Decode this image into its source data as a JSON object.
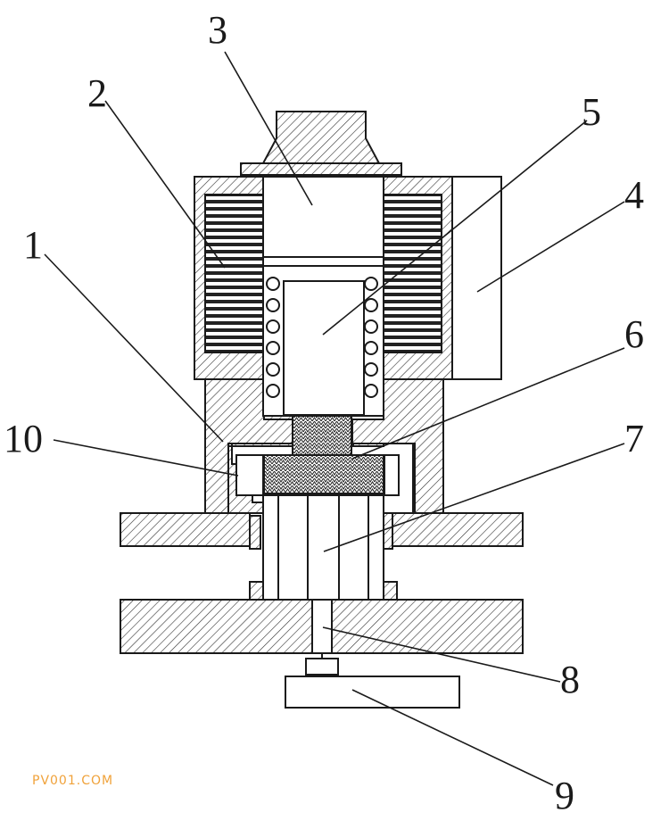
{
  "callouts": [
    {
      "id": "1",
      "text": "1"
    },
    {
      "id": "2",
      "text": "2"
    },
    {
      "id": "3",
      "text": "3"
    },
    {
      "id": "4",
      "text": "4"
    },
    {
      "id": "5",
      "text": "5"
    },
    {
      "id": "6",
      "text": "6"
    },
    {
      "id": "7",
      "text": "7"
    },
    {
      "id": "8",
      "text": "8"
    },
    {
      "id": "9",
      "text": "9"
    },
    {
      "id": "10",
      "text": "10"
    }
  ],
  "watermark": "PV001.COM",
  "colors": {
    "line": "#1a1a1a",
    "hatch": "#333333",
    "watermark": "#f0a23a"
  }
}
